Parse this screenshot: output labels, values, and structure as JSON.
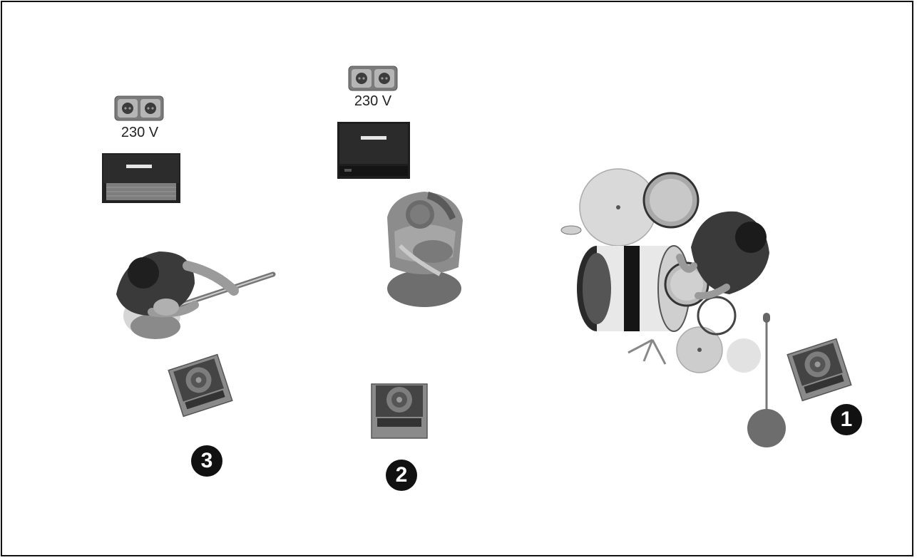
{
  "stage": {
    "outlets": [
      {
        "label": "230 V"
      },
      {
        "label": "230 V"
      }
    ],
    "positions": [
      {
        "number": "1"
      },
      {
        "number": "2"
      },
      {
        "number": "3"
      }
    ]
  },
  "icons": {
    "outlet": "power-outlet-icon",
    "amp": "guitar-amp-icon",
    "monitor": "stage-monitor-icon",
    "guitarist": "guitarist-icon",
    "bassist": "bassist-icon",
    "drummer": "drum-kit-icon",
    "mic": "microphone-stand-icon"
  }
}
